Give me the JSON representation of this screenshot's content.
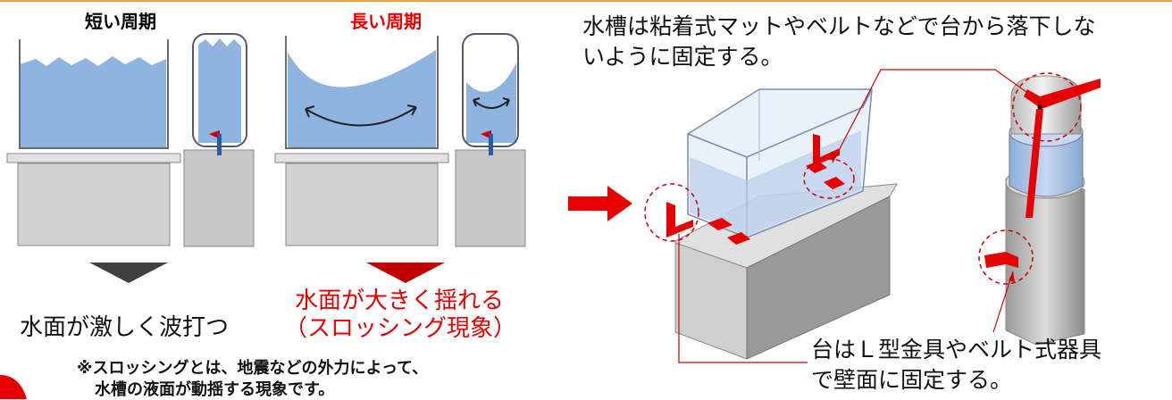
{
  "left_panel": {
    "short_period_label": "短い周期",
    "long_period_label": "長い周期",
    "short_result": "水面が激しく波打つ",
    "long_result_line1": "水面が大きく揺れる",
    "long_result_line2": "（スロッシング現象）",
    "note_line1": "※スロッシングとは、地震などの外力によって、",
    "note_line2": "水槽の液面が動揺する現象です。"
  },
  "right_panel": {
    "tank_instruction_line1": "水槽は粘着式マットやベルトなどで台から落下しな",
    "tank_instruction_line2": "いように固定する。",
    "stand_instruction_line1": "台はＬ型金具やベルト式器具",
    "stand_instruction_line2": "で壁面に固定する。"
  },
  "colors": {
    "water": "#8fb4e0",
    "red": "#e60000",
    "stand": "#c8c8c8",
    "triangle_dark": "#404040"
  }
}
